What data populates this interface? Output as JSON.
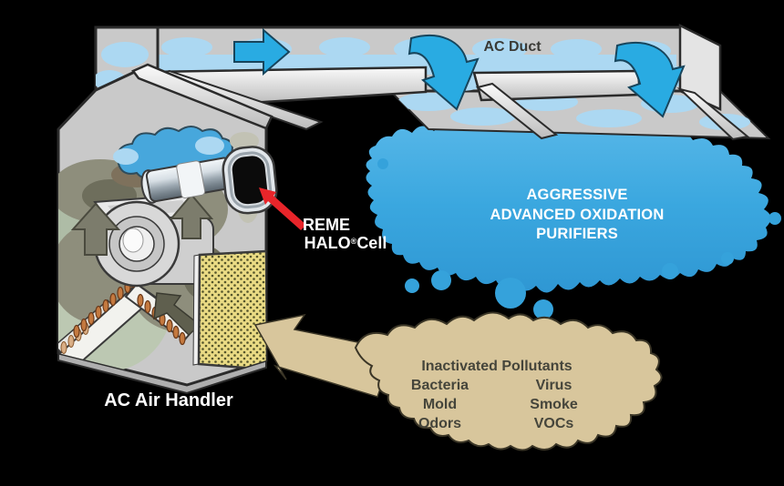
{
  "labels": {
    "ac_duct": "AC Duct",
    "air_handler": "AC Air Handler",
    "reme_cell": {
      "line1": "REME",
      "brand": "HALO",
      "registered_mark": "®",
      "suffix": "Cell"
    },
    "purifiers": {
      "line1": "AGGRESSIVE",
      "line2": "ADVANCED OXIDATION",
      "line3": "PURIFIERS"
    },
    "pollutants": {
      "title": "Inactivated Pollutants",
      "left_column": [
        "Bacteria",
        "Mold",
        "Odors"
      ],
      "right_column": [
        "Virus",
        "Smoke",
        "VOCs"
      ]
    }
  },
  "colors": {
    "arrow_blue": "#29ABE2",
    "clean_air_cloud": "#3AA7DF",
    "duct_air_light": "#ACD8F2",
    "pollutant_tan": "#D8C69C",
    "pointer_red": "#E8252A",
    "duct_gray": "#C9C9C9",
    "filter_yellow": "#EADB84",
    "dirty_air_olive": "#8E8E7C",
    "label_dark": "#3A3A36",
    "label_white": "#FFFFFF"
  }
}
